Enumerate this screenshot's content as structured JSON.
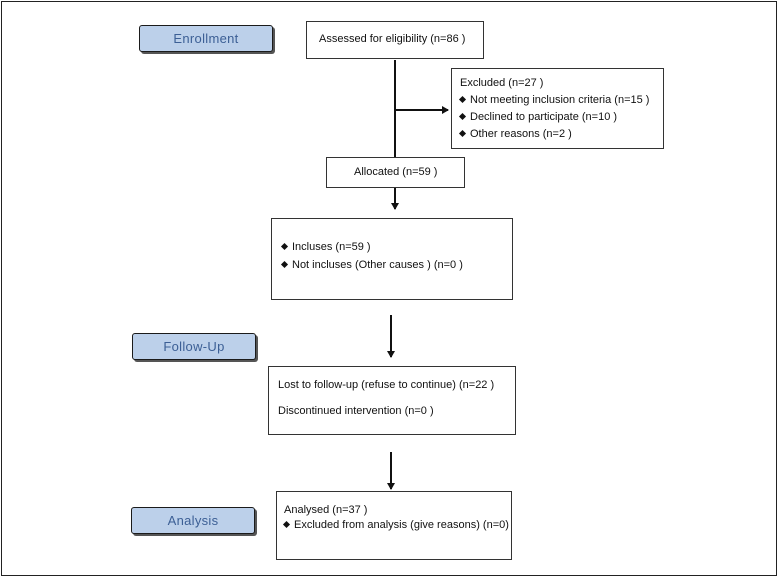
{
  "stages": {
    "enrollment": "Enrollment",
    "follow_up": "Follow-Up",
    "analysis": "Analysis"
  },
  "boxes": {
    "assessed": "Assessed for eligibility (n=86  )",
    "excluded": {
      "title": "Excluded  (n=27 )",
      "items": [
        "Not meeting inclusion criteria (n=15  )",
        "Declined to participate (n=10  )",
        "Other reasons (n=2  )"
      ]
    },
    "allocated": "Allocated (n=59 )",
    "inclusion": {
      "items": [
        "Incluses (n=59  )",
        "Not incluses (Other causes )  (n=0  )"
      ]
    },
    "followup": {
      "lost": "Lost to follow-up (refuse to continue) (n=22  )",
      "discontinued": "Discontinued intervention  (n=0  )"
    },
    "analysed": {
      "title": "Analysed  (n=37  )",
      "items": [
        "Excluded from analysis (give reasons) (n=0)"
      ]
    }
  },
  "colors": {
    "stage_fill": "#bcd0ea",
    "stage_text": "#3c5f95",
    "line": "#111111"
  }
}
